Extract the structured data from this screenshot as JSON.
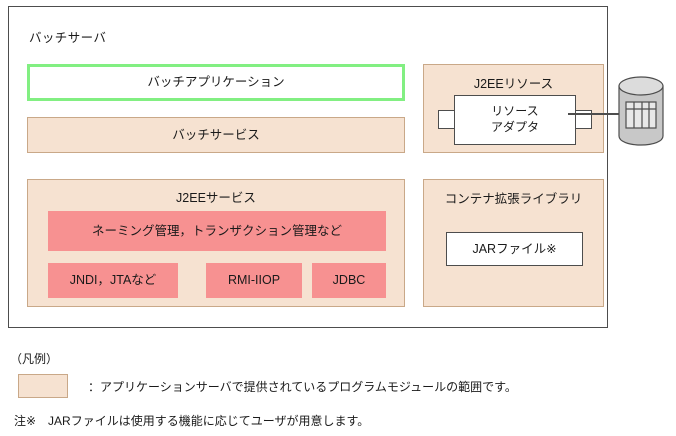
{
  "diagram": {
    "server": {
      "title": "バッチサーバ",
      "batch_application": "バッチアプリケーション",
      "batch_service": "バッチサービス",
      "j2ee_service": {
        "title": "J2EEサービス",
        "naming": "ネーミング管理，トランザクション管理など",
        "items": [
          {
            "label": "JNDI，JTAなど"
          },
          {
            "label": "RMI-IIOP"
          },
          {
            "label": "JDBC"
          }
        ]
      },
      "j2ee_resource": {
        "title": "J2EEリソース",
        "adapter": "リソース\nアダプタ"
      },
      "container_extension_library": {
        "title": "コンテナ拡張ライブラリ",
        "jar": "JARファイル※"
      }
    },
    "database": {
      "icon": "database-cylinder-icon"
    },
    "legend": {
      "title": "（凡例）",
      "swatch_description": "：アプリケーションサーバで提供されているプログラムモジュールの範囲です。",
      "note": "注※　JARファイルは使用する機能に応じてユーザが用意します。"
    }
  },
  "colors": {
    "beige_fill": "#f6e2d1",
    "beige_border": "#c9a888",
    "pink_fill": "#f79191",
    "green_border": "#82ef82",
    "frame_border": "#4d4d4d",
    "db_fill": "#c8c8c8"
  }
}
